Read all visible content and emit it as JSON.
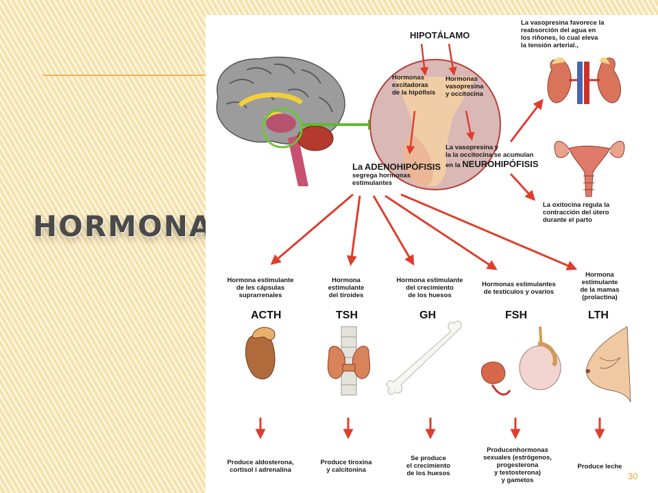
{
  "slide": {
    "title": "HORMONAS",
    "page_number": "30",
    "colors": {
      "background": "#fbecc0",
      "accent": "#f2b54e",
      "arrow": "#e03c2c",
      "title": "#4a4a4a"
    }
  },
  "diagram": {
    "hypothalamus": "HIPOTÁLAMO",
    "excitatory": "Hormonas\nexcitadoras\nde la hipófisis",
    "vasopressin_oxytocin": "Hormonas\nvasopresina\ny occitocina",
    "accumulate": "La vasopresina y\nla la occitocina se acumulan\nen la",
    "neurohypophysis": "NEUROHIPÓFISIS",
    "adeno_prefix": "La",
    "adenohypophysis": "ADENOHIPÓFISIS",
    "adeno_desc": "segrega hormonas\nestimulantes",
    "vasopressin_effect": "La vasopresina favorece la\nreabsorción del agua en\nlos riñones, lo cual eleva\nla tensión arterial.,",
    "oxytocin_effect": "La oxitocina regula la\ncontracción del útero\ndurante el parto",
    "hormones": [
      {
        "name": "Hormona estimulante\nde les cápsulas\nsuprarrenales",
        "code": "ACTH",
        "effect": "Produce aldosterona,\ncortisol i adrenalina",
        "icon": "adrenal-gland-icon"
      },
      {
        "name": "Hormona\nestimulante\ndel tiroides",
        "code": "TSH",
        "effect": "Produce tiroxina\ny calcitonina",
        "icon": "thyroid-icon"
      },
      {
        "name": "Hormona estimulante\ndel crecimiento\nde los huesos",
        "code": "GH",
        "effect": "Se produce\nel crecimiento\nde los huesos",
        "icon": "bone-icon"
      },
      {
        "name": "Hormonas estimulantes\nde testículos y ovarios",
        "code": "FSH",
        "effect": "Producenhormonas\nsexuales (estrógenos,\nprogesterona\ny testosterona)\ny gametos",
        "icon": "gonads-icon"
      },
      {
        "name": "Hormona\nestimulante\nde la mamas\n(prolactina)",
        "code": "LTH",
        "effect": "Produce leche",
        "icon": "breast-icon"
      }
    ]
  }
}
